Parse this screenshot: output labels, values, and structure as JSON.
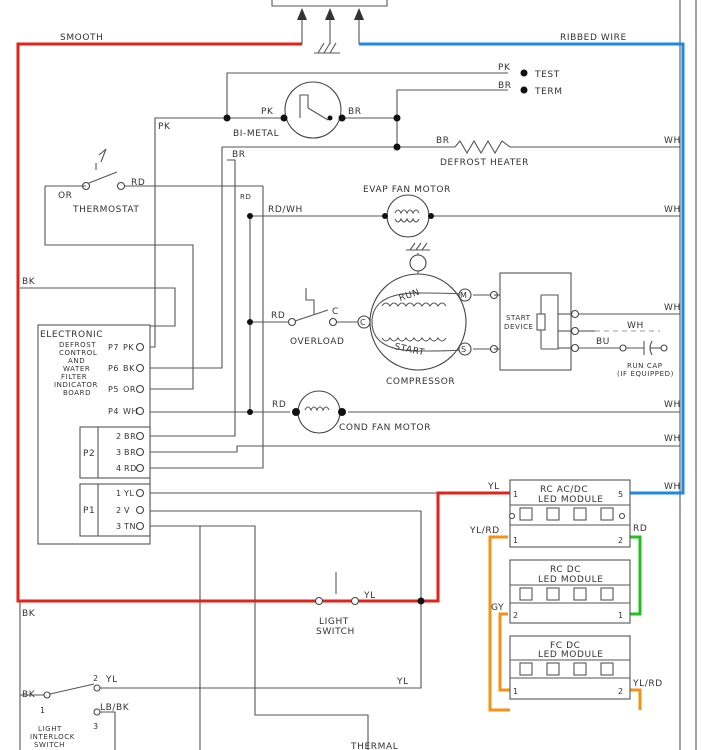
{
  "colors": {
    "red_wire": "#e2231a",
    "blue_wire": "#1e88e5",
    "orange_wire": "#f39214",
    "green_wire": "#1fc11f",
    "yellow_wire": "#f2e40e"
  },
  "power_cord": {
    "smooth": "SMOOTH",
    "ribbed_wire": "RIBBED WIRE"
  },
  "bimetal": {
    "label": "BI-METAL",
    "pk": "PK",
    "br": "BR",
    "test_wire": "PK",
    "term_wire": "BR",
    "test": "TEST",
    "term": "TERM"
  },
  "defrost_heater": {
    "label": "DEFROST HEATER",
    "left": "BR",
    "right": "WH"
  },
  "thermostat": {
    "label": "THERMOSTAT",
    "or": "OR",
    "rd": "RD",
    "rd_small": "RD"
  },
  "wire_labels": {
    "pk": "PK",
    "br": "BR",
    "bk_left": "BK",
    "bk_lower": "BK"
  },
  "evap_fan": {
    "label": "EVAP FAN MOTOR",
    "left": "RD/WH",
    "right": "WH"
  },
  "compressor": {
    "label": "COMPRESSOR",
    "run": "RUN",
    "start": "START",
    "m": "M",
    "s": "S",
    "c": "C",
    "m_label": "M",
    "s_label": "S",
    "right_wh": "WH",
    "wh2": "WH",
    "bu": "BU"
  },
  "overload": {
    "label": "OVERLOAD",
    "rd": "RD",
    "c": "C"
  },
  "start_device": {
    "line1": "START",
    "line2": "DEVICE"
  },
  "run_cap": {
    "line1": "RUN CAP",
    "line2": "(IF EQUIPPED)"
  },
  "cond_fan": {
    "label": "COND FAN MOTOR",
    "left": "RD",
    "right": "WH"
  },
  "board": {
    "title": "ELECTRONIC",
    "subtitle_lines": [
      "DEFROST",
      "CONTROL",
      "AND",
      "WATER",
      "FILTER",
      "INDICATOR",
      "BOARD"
    ],
    "pins": [
      {
        "pin": "P7",
        "wire": "PK"
      },
      {
        "pin": "P6",
        "wire": "BK"
      },
      {
        "pin": "P5",
        "wire": "OR"
      },
      {
        "pin": "P4",
        "wire": "WH"
      }
    ],
    "p2": {
      "label": "P2",
      "pins": [
        {
          "num": "2",
          "wire": "BR"
        },
        {
          "num": "3",
          "wire": "BR"
        },
        {
          "num": "4",
          "wire": "RD"
        }
      ]
    },
    "p1": {
      "label": "P1",
      "pins": [
        {
          "num": "1",
          "wire": "YL"
        },
        {
          "num": "2",
          "wire": "V"
        },
        {
          "num": "3",
          "wire": "TN"
        }
      ]
    },
    "wh_p2": "WH"
  },
  "led_modules": [
    {
      "line1": "RC  AC/DC",
      "line2": "LED MODULE",
      "pin_left": "1",
      "pin_right": "5",
      "pin_bl": "1",
      "pin_br": "2"
    },
    {
      "line1": "RC  DC",
      "line2": "LED MODULE",
      "pin_left": "2",
      "pin_right": "1"
    },
    {
      "line1": "FC  DC",
      "line2": "LED MODULE",
      "pin_left": "1",
      "pin_right": "2"
    }
  ],
  "led_wires": {
    "yl": "YL",
    "wh": "WH",
    "yl_rd": "YL/RD",
    "rd": "RD",
    "gy": "GY",
    "yl_rd_bottom": "YL/RD"
  },
  "light_switch": {
    "line1": "LIGHT",
    "line2": "SWITCH",
    "yl": "YL"
  },
  "interlock": {
    "bk": "BK",
    "pin1": "1",
    "pin2": "2",
    "pin3": "3",
    "yl": "YL",
    "lb_bk": "LB/BK",
    "line1": "LIGHT",
    "line2": "INTERLOCK",
    "line3": "SWITCH",
    "yl_right": "YL"
  },
  "thermal": {
    "label": "THERMAL"
  }
}
